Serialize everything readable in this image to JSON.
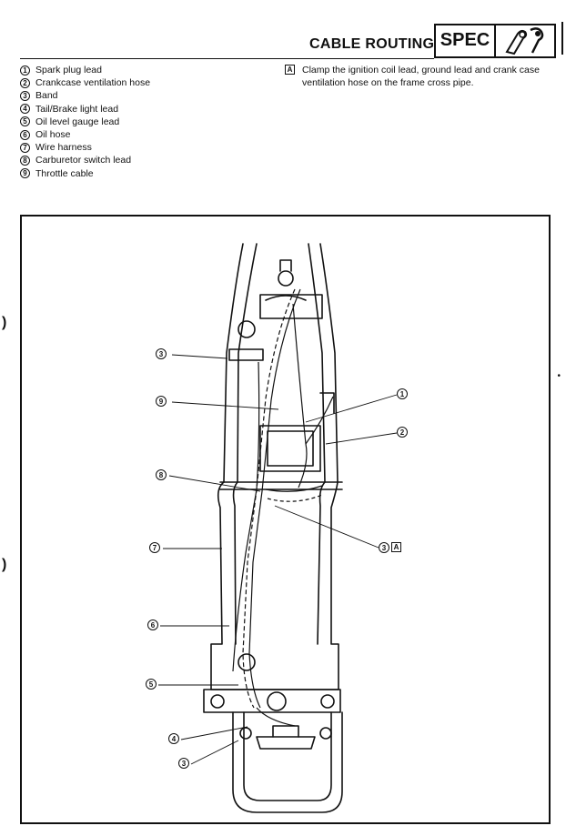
{
  "header": {
    "title": "CABLE ROUTING",
    "badge": "SPEC",
    "badge_icon": "caliper-wrench-icon"
  },
  "legend": [
    {
      "num": "1",
      "label": "Spark plug lead"
    },
    {
      "num": "2",
      "label": "Crankcase ventilation hose"
    },
    {
      "num": "3",
      "label": "Band"
    },
    {
      "num": "4",
      "label": "Tail/Brake light lead"
    },
    {
      "num": "5",
      "label": "Oil level gauge lead"
    },
    {
      "num": "6",
      "label": "Oil hose"
    },
    {
      "num": "7",
      "label": "Wire harness"
    },
    {
      "num": "8",
      "label": "Carburetor switch lead"
    },
    {
      "num": "9",
      "label": "Throttle cable"
    }
  ],
  "note": {
    "letter": "A",
    "text": "Clamp the ignition coil lead, ground lead and crank case ventilation hose on the frame cross pipe."
  },
  "figure": {
    "callouts": [
      {
        "num": "3"
      },
      {
        "num": "9"
      },
      {
        "num": "1"
      },
      {
        "num": "2"
      },
      {
        "num": "8"
      },
      {
        "num": "3",
        "letter": "A"
      },
      {
        "num": "7"
      },
      {
        "num": "6"
      },
      {
        "num": "5"
      },
      {
        "num": "4"
      },
      {
        "num": "3"
      }
    ]
  },
  "margin": {
    "binder_mark": ")"
  }
}
